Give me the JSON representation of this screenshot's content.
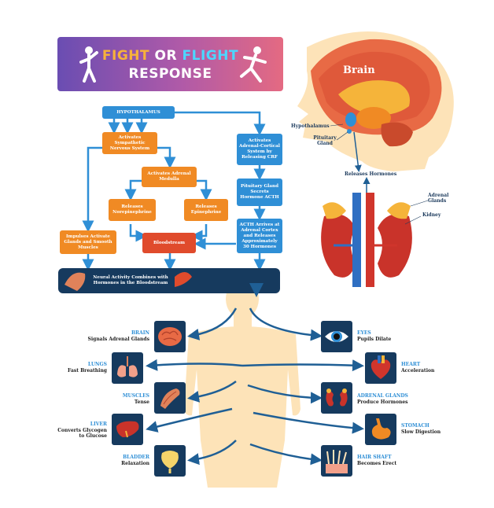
{
  "title": {
    "word1": "FIGHT",
    "word2": "OR",
    "word3": "FLIGHT",
    "line2": "RESPONSE"
  },
  "flow": {
    "hypothalamus": "HYPOTHALAMUS",
    "sympathetic": "Activates Sympathetic Nervous System",
    "adrenal_medulla": "Activates Adrenal Medulla",
    "norepinephrine": "Releases Norepinephrine",
    "epinephrine": "Releases Epinephrine",
    "impulses": "Impulses Activate Glands and Smooth Muscles",
    "bloodstream": "Bloodstream",
    "adrenal_cortical": "Activates Adrenal-Cortical System by Releasing CRF",
    "pituitary": "Pituitary Gland Secrets Hormone ACTH",
    "acth": "ACTH Arrives at Adrenal Cortex and Releases Approximately 30 Hormones",
    "neural": "Neural Activity Combines with Hormones in the Bloodstream"
  },
  "anatomy": {
    "brain": "Brain",
    "hypothalamus": "Hypothalamus",
    "pituitary_gland": "Pituitary Gland",
    "releases_hormones": "Releases Hormones",
    "adrenal_glands": "Adrenal Glands",
    "kidney": "Kidney"
  },
  "effects": {
    "brain": {
      "title": "BRAIN",
      "desc": "Signals Adrenal Glands"
    },
    "lungs": {
      "title": "LUNGS",
      "desc": "Fast Breathing"
    },
    "muscles": {
      "title": "MUSCLES",
      "desc": "Tense"
    },
    "liver": {
      "title": "LIVER",
      "desc": "Converts Glycogen to Glucose"
    },
    "bladder": {
      "title": "BLADDER",
      "desc": "Relaxation"
    },
    "eyes": {
      "title": "EYES",
      "desc": "Pupils Dilate"
    },
    "heart": {
      "title": "HEART",
      "desc": "Acceleration"
    },
    "adrenal": {
      "title": "ADRENAL GLANDS",
      "desc": "Produce Hormones"
    },
    "stomach": {
      "title": "STOMACH",
      "desc": "Slow Digestion"
    },
    "hair": {
      "title": "HAIR SHAFT",
      "desc": "Becomes Erect"
    }
  },
  "colors": {
    "blue": "#2f8fd6",
    "orange": "#f08a24",
    "red": "#e04b2c",
    "navy": "#163a5e",
    "skin": "#fde3b8"
  },
  "icons": [
    "running-person-icon",
    "fleeing-person-icon",
    "brain-icon",
    "lungs-icon",
    "muscle-icon",
    "liver-icon",
    "bladder-icon",
    "eye-icon",
    "heart-icon",
    "kidneys-icon",
    "stomach-icon",
    "hair-follicle-icon"
  ]
}
